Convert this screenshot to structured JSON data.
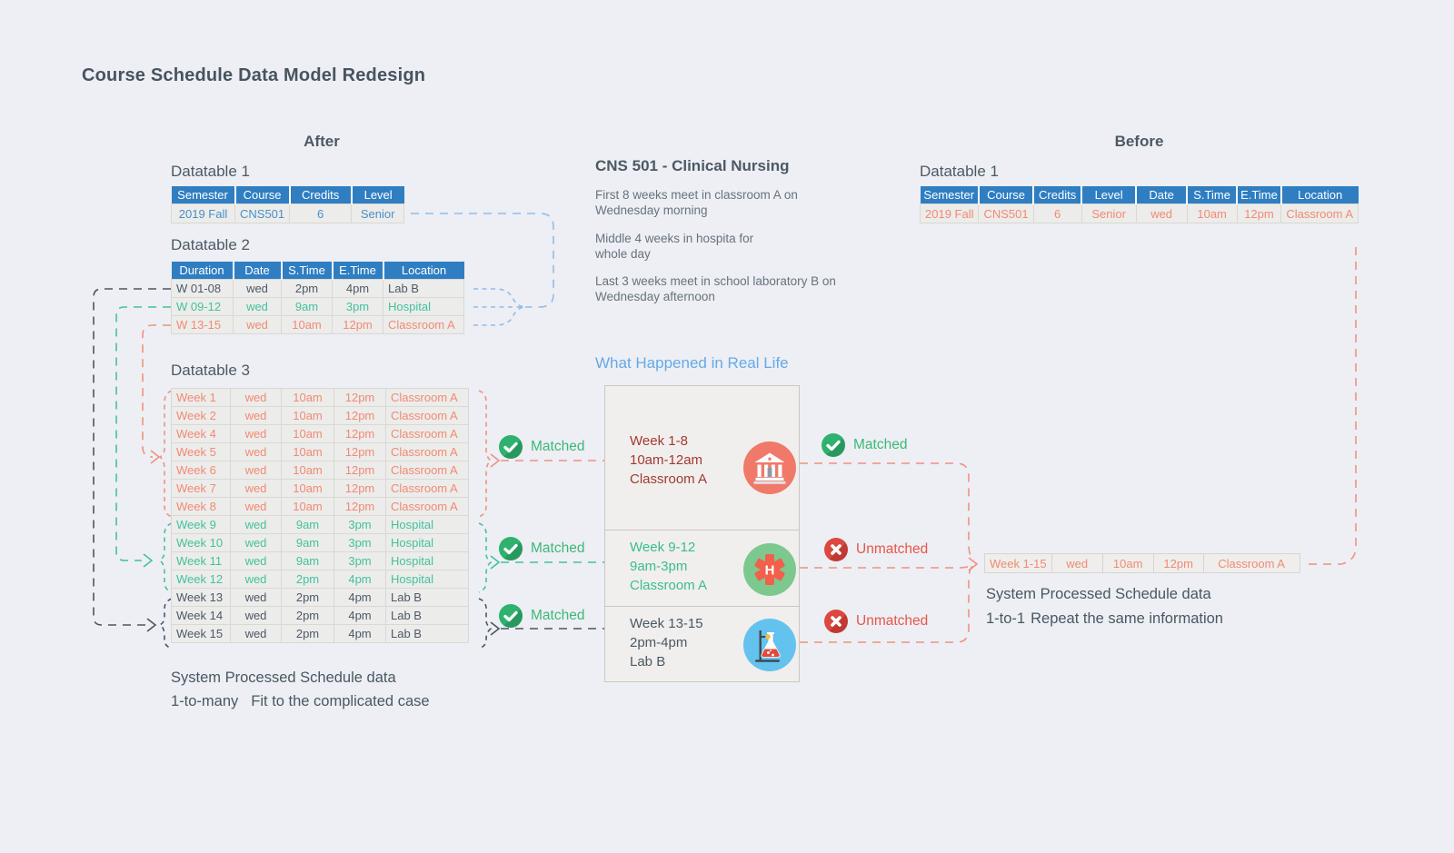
{
  "page": {
    "title": "Course Schedule Data Model Redesign"
  },
  "colors": {
    "background": "#edeff4",
    "table_header_blue": "#2f7ec2",
    "blue_row_text": "#4a8fc7",
    "salmon": "#f28a72",
    "teal_green": "#43c29b",
    "dark_slate": "#4d5964",
    "matched_green": "#3cb878",
    "unmatched_red": "#e8554b",
    "light_blue_heading": "#66a9e6",
    "blue_connector": "#93bce8",
    "card_red_text": "#a13a31"
  },
  "after": {
    "heading": "After",
    "datatable1": {
      "label": "Datatable 1",
      "headers": [
        "Semester",
        "Course",
        "Credits",
        "Level"
      ],
      "rows": [
        {
          "cells": [
            "2019 Fall",
            "CNS501",
            "6",
            "Senior"
          ],
          "color": "blue"
        }
      ]
    },
    "datatable2": {
      "label": "Datatable 2",
      "headers": [
        "Duration",
        "Date",
        "S.Time",
        "E.Time",
        "Location"
      ],
      "rows": [
        {
          "cells": [
            "W 01-08",
            "wed",
            "2pm",
            "4pm",
            "Lab B"
          ],
          "color": "dark"
        },
        {
          "cells": [
            "W 09-12",
            "wed",
            "9am",
            "3pm",
            "Hospital"
          ],
          "color": "green"
        },
        {
          "cells": [
            "W 13-15",
            "wed",
            "10am",
            "12pm",
            "Classroom A"
          ],
          "color": "salmon"
        }
      ]
    },
    "datatable3": {
      "label": "Datatable 3",
      "rows": [
        {
          "cells": [
            "Week 1",
            "wed",
            "10am",
            "12pm",
            "Classroom A"
          ],
          "color": "salmon"
        },
        {
          "cells": [
            "Week 2",
            "wed",
            "10am",
            "12pm",
            "Classroom A"
          ],
          "color": "salmon"
        },
        {
          "cells": [
            "Week 4",
            "wed",
            "10am",
            "12pm",
            "Classroom A"
          ],
          "color": "salmon"
        },
        {
          "cells": [
            "Week 5",
            "wed",
            "10am",
            "12pm",
            "Classroom A"
          ],
          "color": "salmon"
        },
        {
          "cells": [
            "Week 6",
            "wed",
            "10am",
            "12pm",
            "Classroom A"
          ],
          "color": "salmon"
        },
        {
          "cells": [
            "Week 7",
            "wed",
            "10am",
            "12pm",
            "Classroom A"
          ],
          "color": "salmon"
        },
        {
          "cells": [
            "Week 8",
            "wed",
            "10am",
            "12pm",
            "Classroom A"
          ],
          "color": "salmon"
        },
        {
          "cells": [
            "Week 9",
            "wed",
            "9am",
            "3pm",
            "Hospital"
          ],
          "color": "green"
        },
        {
          "cells": [
            "Week 10",
            "wed",
            "9am",
            "3pm",
            "Hospital"
          ],
          "color": "green"
        },
        {
          "cells": [
            "Week 11",
            "wed",
            "9am",
            "3pm",
            "Hospital"
          ],
          "color": "green"
        },
        {
          "cells": [
            "Week 12",
            "wed",
            "2pm",
            "4pm",
            "Hospital"
          ],
          "color": "green"
        },
        {
          "cells": [
            "Week 13",
            "wed",
            "2pm",
            "4pm",
            "Lab B"
          ],
          "color": "dark"
        },
        {
          "cells": [
            "Week 14",
            "wed",
            "2pm",
            "4pm",
            "Lab B"
          ],
          "color": "dark"
        },
        {
          "cells": [
            "Week 15",
            "wed",
            "2pm",
            "4pm",
            "Lab B"
          ],
          "color": "dark"
        }
      ]
    },
    "footer": {
      "line1": "System Processed Schedule data",
      "line2a": "1-to-many",
      "line2b": "Fit to the complicated case"
    }
  },
  "middle": {
    "course_title": "CNS 501 - Clinical Nursing",
    "paragraphs": [
      "First 8 weeks meet in classroom A on\nWednesday morning",
      "Middle 4 weeks in hospita for\nwhole day",
      "Last 3 weeks meet in school laboratory B on\nWednesday afternoon"
    ],
    "reallife_heading": "What Happened in Real Life",
    "cards": [
      {
        "lines": [
          "Week 1-8",
          "10am-12am",
          "Classroom A"
        ],
        "icon": "bank-icon"
      },
      {
        "lines": [
          "Week 9-12",
          "9am-3pm",
          "Classroom A"
        ],
        "icon": "medical-cross-icon"
      },
      {
        "lines": [
          "Week 13-15",
          "2pm-4pm",
          "Lab B"
        ],
        "icon": "lab-flask-icon"
      }
    ],
    "left_badges": [
      {
        "label": "Matched"
      },
      {
        "label": "Matched"
      },
      {
        "label": "Matched"
      }
    ],
    "right_badges": [
      {
        "label": "Matched",
        "state": "matched"
      },
      {
        "label": "Unmatched",
        "state": "unmatched"
      },
      {
        "label": "Unmatched",
        "state": "unmatched"
      }
    ]
  },
  "before": {
    "heading": "Before",
    "datatable1": {
      "label": "Datatable 1",
      "headers": [
        "Semester",
        "Course",
        "Credits",
        "Level",
        "Date",
        "S.Time",
        "E.Time",
        "Location"
      ],
      "rows": [
        {
          "cells": [
            "2019 Fall",
            "CNS501",
            "6",
            "Senior",
            "wed",
            "10am",
            "12pm",
            "Classroom A"
          ],
          "color": "salmon"
        }
      ]
    },
    "processed_table": {
      "rows": [
        {
          "cells": [
            "Week 1-15",
            "wed",
            "10am",
            "12pm",
            "Classroom A"
          ],
          "color": "salmon"
        }
      ]
    },
    "footer": {
      "line1": "System Processed Schedule data",
      "line2a": "1-to-1",
      "line2b": "Repeat the same information"
    }
  }
}
